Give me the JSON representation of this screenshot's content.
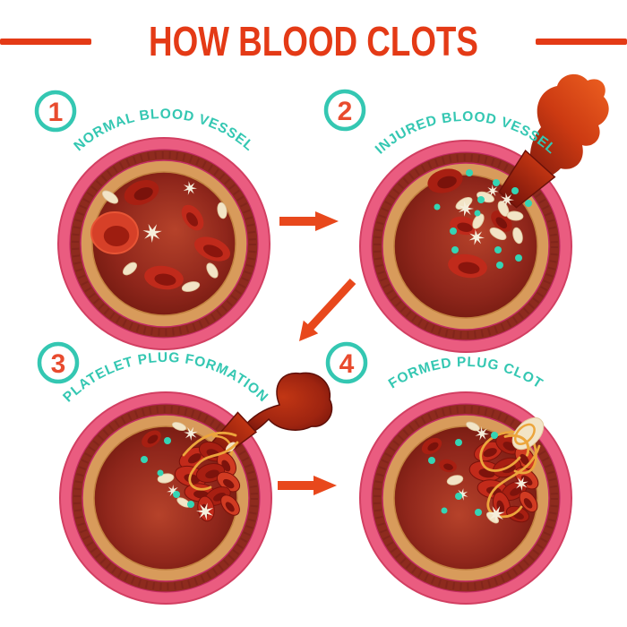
{
  "title": "HOW BLOOD CLOTS",
  "steps": [
    {
      "number": "1",
      "label": "NORMAL BLOOD VESSEL",
      "variant": "normal",
      "elements": [
        "red-blood-cells",
        "platelets",
        "white-blood-cells"
      ]
    },
    {
      "number": "2",
      "label": "INJURED BLOOD VESSEL",
      "variant": "injured",
      "elements": [
        "red-blood-cells",
        "platelets",
        "white-blood-cells",
        "clotting-factors",
        "blood-spurt"
      ]
    },
    {
      "number": "3",
      "label": "PLATELET PLUG FORMATION",
      "variant": "plug-formation",
      "elements": [
        "red-blood-cells",
        "platelets",
        "white-blood-cells",
        "clotting-factors",
        "fibrin-strands",
        "blood-drop",
        "platelet-plug"
      ]
    },
    {
      "number": "4",
      "label": "FORMED PLUG CLOT",
      "variant": "formed-clot",
      "elements": [
        "red-blood-cells",
        "platelets",
        "white-blood-cells",
        "clotting-factors",
        "fibrin-strands",
        "formed-clot"
      ]
    }
  ],
  "colors": {
    "title_red": "#E43A16",
    "arrow_red": "#E8481C",
    "teal": "#34C7B2",
    "badge_number_red": "#E84B2E",
    "vessel_pink": "#EA5C80",
    "vessel_pink_edge": "#D23F62",
    "vessel_maroon": "#8E2B1E",
    "vessel_tan": "#D89B5B",
    "lumen_dark": "#5E1108",
    "lumen_light": "#B6422A",
    "rbc_red": "#C02A1B",
    "rbc_dark": "#A81F12",
    "platelet_cream": "#F2E4C6",
    "white_cell": "#F6EFDC",
    "fibrin_yellow": "#ECA53C",
    "factor_teal": "#35D4B4",
    "magenta_line": "#C22B64",
    "background": "#FFFFFF"
  }
}
